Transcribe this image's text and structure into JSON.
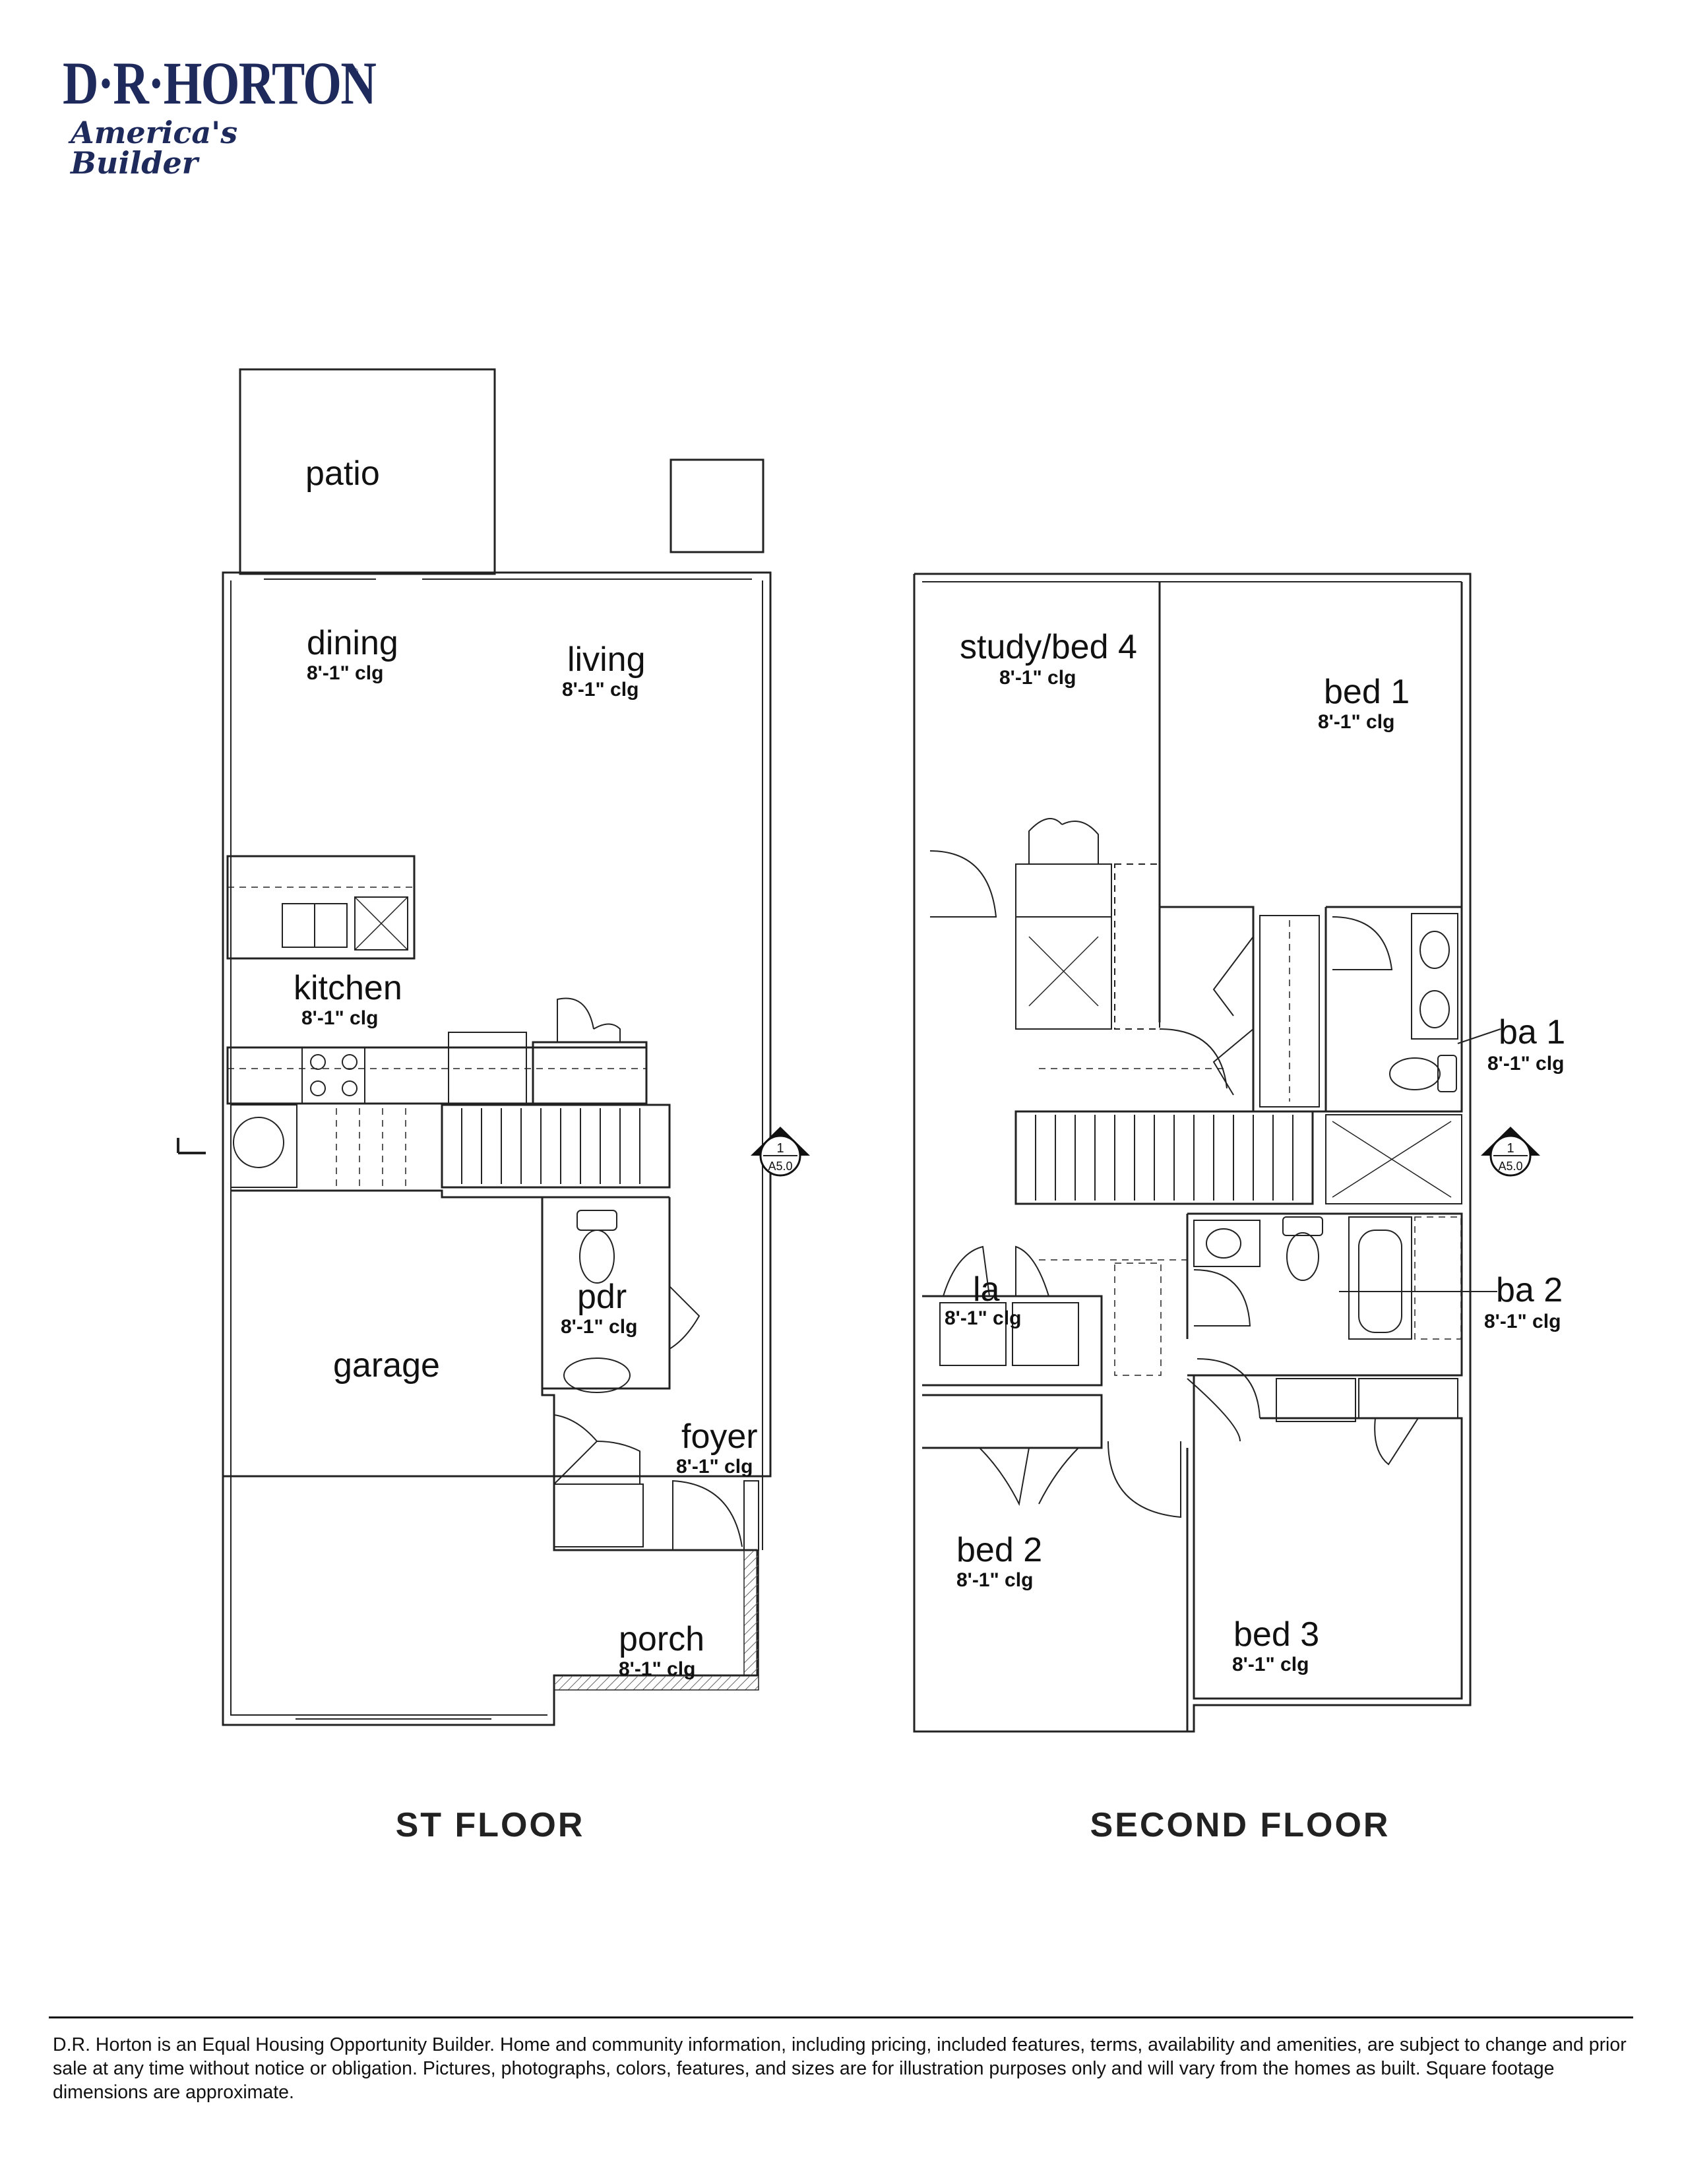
{
  "brand": {
    "name": "D·R·HORTON",
    "registered": "®",
    "tagline": "America's Builder"
  },
  "first_floor": {
    "title": "ST FLOOR",
    "rooms": {
      "patio": "patio",
      "dining": "dining",
      "dining_clg": "8'-1\" clg",
      "living": "living",
      "living_clg": "8'-1\" clg",
      "kitchen": "kitchen",
      "kitchen_clg": "8'-1\" clg",
      "garage": "garage",
      "pdr": "pdr",
      "pdr_clg": "8'-1\" clg",
      "foyer": "foyer",
      "foyer_clg": "8'-1\" clg",
      "porch": "porch",
      "porch_clg": "8'-1\" clg"
    },
    "section_marker": {
      "number": "1",
      "sheet": "A5.0"
    }
  },
  "second_floor": {
    "title": "SECOND FLOOR",
    "rooms": {
      "study": "study/bed 4",
      "study_clg": "8'-1\" clg",
      "bed1": "bed 1",
      "bed1_clg": "8'-1\" clg",
      "ba1": "ba 1",
      "ba1_clg": "8'-1\" clg",
      "la": "la",
      "la_clg": "8'-1\" clg",
      "ba2": "ba 2",
      "ba2_clg": "8'-1\" clg",
      "bed2": "bed 2",
      "bed2_clg": "8'-1\" clg",
      "bed3": "bed 3",
      "bed3_clg": "8'-1\" clg"
    },
    "section_marker": {
      "number": "1",
      "sheet": "A5.0"
    }
  },
  "disclaimer": "D.R. Horton is an Equal Housing Opportunity Builder. Home and community information, including pricing, included features, terms, availability and amenities, are subject to change and prior sale at any time without notice or obligation. Pictures, photographs, colors, features, and sizes are for illustration purposes only and will vary from the homes as built. Square footage dimensions are approximate.",
  "colors": {
    "brand": "#1f2a5c",
    "line": "#222222"
  }
}
